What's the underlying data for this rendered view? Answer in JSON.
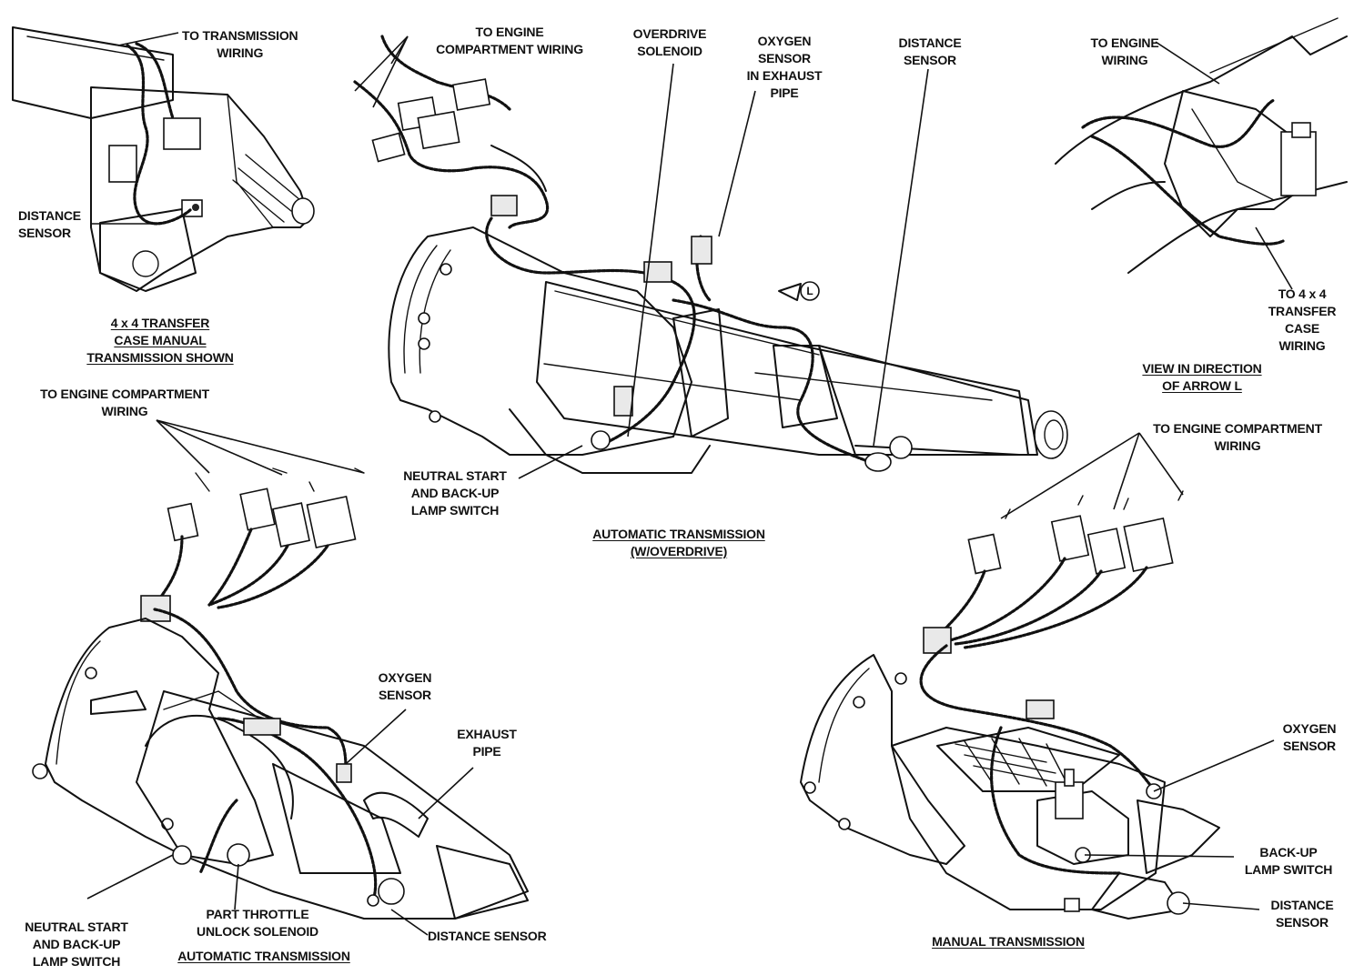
{
  "diagram": {
    "views": {
      "transfer_case": {
        "caption": [
          "4 x 4 TRANSFER",
          "CASE MANUAL",
          "TRANSMISSION SHOWN"
        ],
        "labels": {
          "to_transmission_wiring": [
            "TO TRANSMISSION",
            "WIRING"
          ],
          "distance_sensor": [
            "DISTANCE",
            "SENSOR"
          ]
        }
      },
      "auto_overdrive": {
        "caption": [
          "AUTOMATIC TRANSMISSION",
          "(W/OVERDRIVE)"
        ],
        "labels": {
          "to_engine_compartment_wiring": [
            "TO ENGINE",
            "COMPARTMENT WIRING"
          ],
          "overdrive_solenoid": [
            "OVERDRIVE",
            "SOLENOID"
          ],
          "oxygen_sensor_exhaust": [
            "OXYGEN",
            "SENSOR",
            "IN EXHAUST",
            "PIPE"
          ],
          "distance_sensor": [
            "DISTANCE",
            "SENSOR"
          ],
          "neutral_start": [
            "NEUTRAL START",
            "AND BACK-UP",
            "LAMP SWITCH"
          ],
          "arrow_letter": "L"
        }
      },
      "arrow_l_view": {
        "caption": [
          "VIEW IN DIRECTION",
          "OF ARROW L"
        ],
        "labels": {
          "to_engine_wiring": [
            "TO ENGINE",
            "WIRING"
          ],
          "transfer_case_wiring": [
            "TO 4 x 4",
            "TRANSFER",
            "CASE",
            "WIRING"
          ]
        }
      },
      "automatic": {
        "caption": "AUTOMATIC TRANSMISSION",
        "labels": {
          "to_engine_compartment_wiring": [
            "TO ENGINE COMPARTMENT",
            "WIRING"
          ],
          "oxygen_sensor": [
            "OXYGEN",
            "SENSOR"
          ],
          "exhaust_pipe": [
            "EXHAUST",
            "PIPE"
          ],
          "neutral_start": [
            "NEUTRAL START",
            "AND BACK-UP",
            "LAMP SWITCH"
          ],
          "part_throttle": [
            "PART THROTTLE",
            "UNLOCK SOLENOID"
          ],
          "distance_sensor": "DISTANCE SENSOR"
        }
      },
      "manual": {
        "caption": "MANUAL TRANSMISSION",
        "labels": {
          "to_engine_compartment_wiring": [
            "TO ENGINE COMPARTMENT",
            "WIRING"
          ],
          "oxygen_sensor": [
            "OXYGEN",
            "SENSOR"
          ],
          "backup_lamp_switch": [
            "BACK-UP",
            "LAMP SWITCH"
          ],
          "distance_sensor": [
            "DISTANCE",
            "SENSOR"
          ]
        }
      }
    }
  }
}
